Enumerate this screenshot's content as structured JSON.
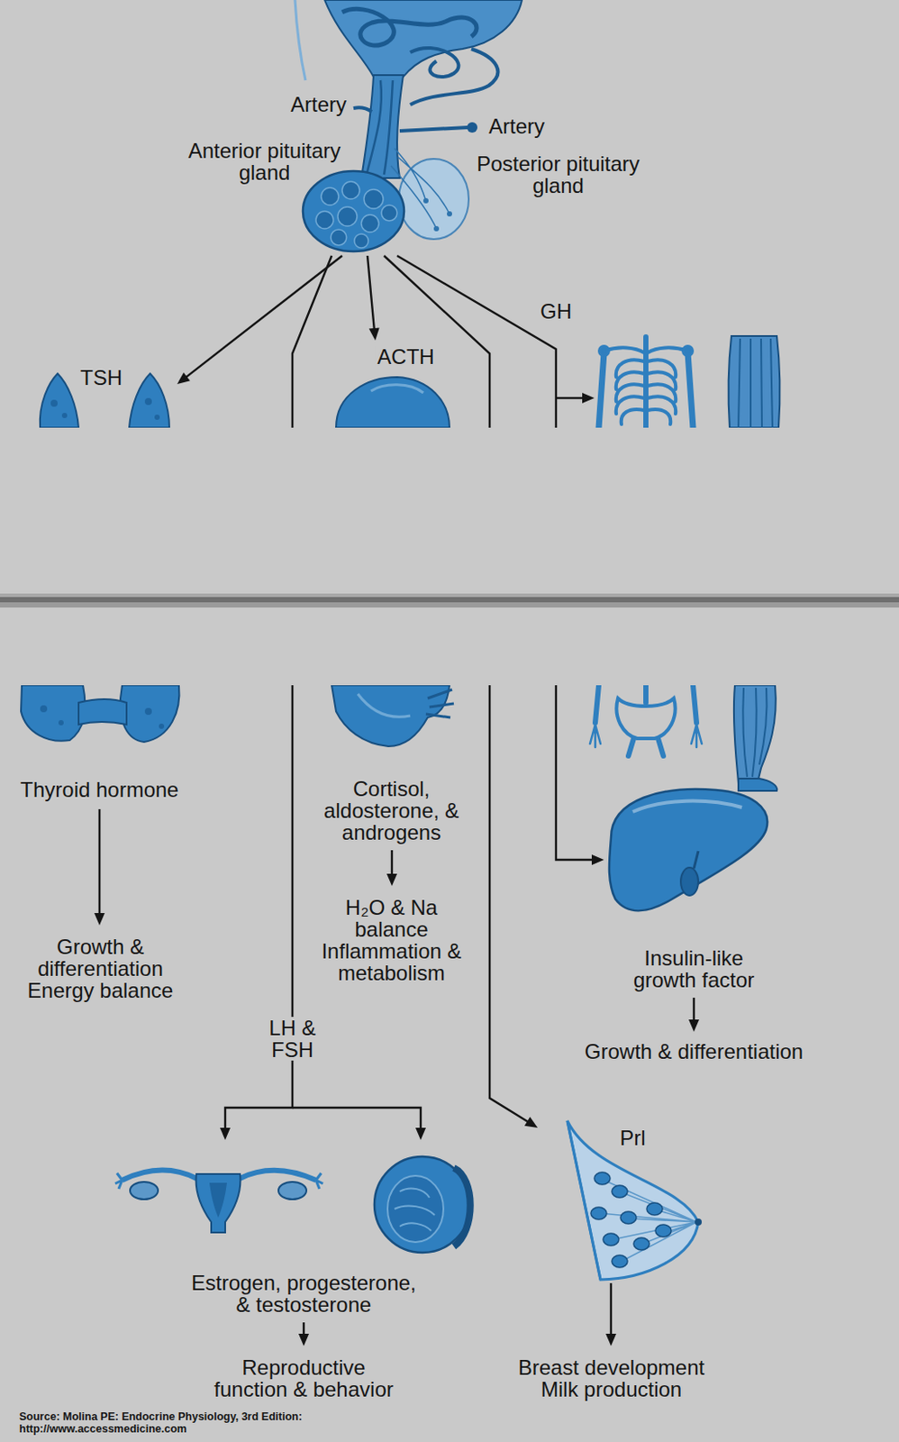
{
  "diagram": {
    "nodes": [
      {
        "text": [
          "Anterior pituitary gland"
        ]
      },
      {
        "text": [
          "Posterior pituitary gland"
        ]
      },
      {
        "text": [
          "Thyroid hormone"
        ]
      },
      {
        "text": [
          "Cortisol, aldosterone, & androgens"
        ]
      },
      {
        "text": [
          "Insulin-like growth factor"
        ]
      },
      {
        "text": [
          "Growth & differentiation Energy balance"
        ]
      },
      {
        "text": [
          "H₂O & Na balance Inflammation & metabolism"
        ]
      },
      {
        "text": [
          "Growth & differentiation"
        ]
      },
      {
        "text": [
          "Estrogen, progesterone, & testosterone"
        ]
      },
      {
        "text": [
          "Prl"
        ]
      },
      {
        "text": [
          "Reproductive function & behavior"
        ]
      },
      {
        "text": [
          "Breast development Milk production"
        ]
      }
    ],
    "edges": [
      {
        "from": 0,
        "to": 2,
        "arrow": "to",
        "label": "TSH"
      },
      {
        "from": 0,
        "to": 8,
        "arrow": "to",
        "label": "LH & FSH"
      },
      {
        "from": 0,
        "to": 3,
        "arrow": "to",
        "label": "ACTH"
      },
      {
        "from": 0,
        "to": 9,
        "arrow": "to"
      },
      {
        "from": 0,
        "to": 4,
        "arrow": "to",
        "label": "GH"
      },
      {
        "from": 2,
        "to": 5,
        "arrow": "to"
      },
      {
        "from": 3,
        "to": 6,
        "arrow": "to"
      },
      {
        "from": 4,
        "to": 7,
        "arrow": "to"
      },
      {
        "from": 8,
        "to": 10,
        "arrow": "to"
      },
      {
        "from": 9,
        "to": 11,
        "arrow": "to"
      }
    ],
    "labels": [
      "Artery",
      "Artery",
      "Source: Molina PE: Endocrine Physiology, 3rd Edition: http://www.accessmedicine.com"
    ]
  }
}
